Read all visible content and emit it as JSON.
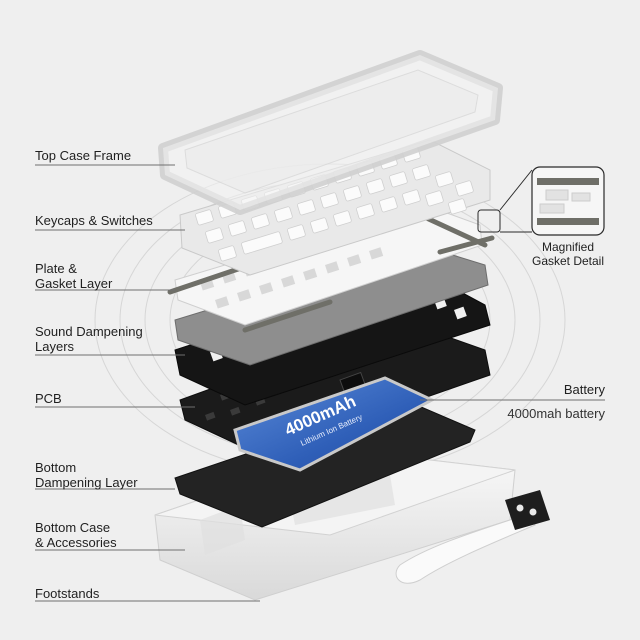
{
  "labels": {
    "top_case": "Top Case Frame",
    "keycaps": "Keycaps & Switches",
    "plate_line1": "Plate &",
    "plate_line2": "Gasket Layer",
    "sound_line1": "Sound Dampening",
    "sound_line2": "Layers",
    "pcb": "PCB",
    "bottom_damp_line1": "Bottom",
    "bottom_damp_line2": "Dampening Layer",
    "bottom_case_line1": "Bottom Case",
    "bottom_case_line2": "& Accessories",
    "footstands": "Footstands",
    "battery": "Battery",
    "battery_desc": "4000mah battery",
    "magnified_line1": "Magnified",
    "magnified_line2": "Gasket Detail"
  },
  "battery_print": {
    "capacity": "4000mAh",
    "type": "Lithium Ion Battery"
  },
  "colors": {
    "background": "#efefef",
    "battery_blue": "#2f5fb8",
    "pcb_black": "#1b1b1b",
    "plate_white": "#f7f7f7",
    "gasket_gray": "#7a7a72",
    "foam_gray": "#8d8d8d",
    "case_clear": "#e6e6e6"
  }
}
